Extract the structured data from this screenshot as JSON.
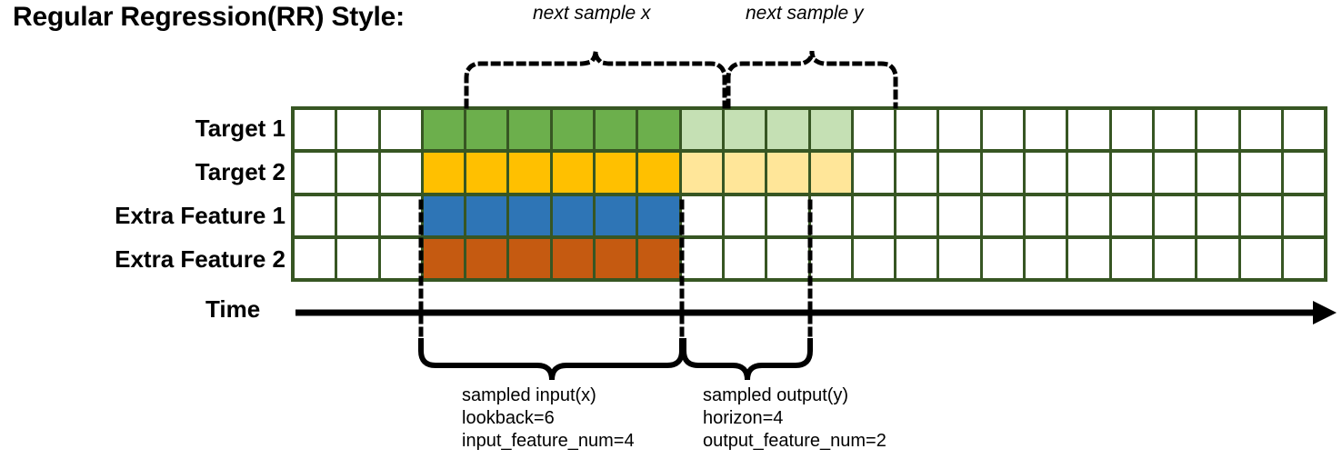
{
  "title": "Regular Regression(RR) Style:",
  "top_captions": {
    "next_sample_x": "next sample x",
    "next_sample_y": "next sample y"
  },
  "rows": [
    {
      "label": "Target 1",
      "key": "target-1"
    },
    {
      "label": "Target 2",
      "key": "target-2"
    },
    {
      "label": "Extra Feature 1",
      "key": "extra-feature-1"
    },
    {
      "label": "Extra Feature 2",
      "key": "extra-feature-2"
    }
  ],
  "time_axis": {
    "label": "Time"
  },
  "grid": {
    "columns": 24,
    "lead_white": 3,
    "input_span": 6,
    "output_span": 4,
    "trail_white": 11,
    "border_color": "#375623",
    "fills": {
      "target-1": {
        "input": "#6CAF4C",
        "output": "#C5E0B4"
      },
      "target-2": {
        "input": "#FFC000",
        "output": "#FFE699"
      },
      "extra-feature-1": {
        "input": "#2E75B6",
        "output": "#FFFFFF"
      },
      "extra-feature-2": {
        "input": "#C55A11",
        "output": "#FFFFFF"
      }
    }
  },
  "annotations": {
    "input": {
      "title": "sampled input(x)",
      "line2": "lookback=6",
      "line3": "input_feature_num=4"
    },
    "output": {
      "title": "sampled output(y)",
      "line2": "horizon=4",
      "line3": "output_feature_num=2"
    }
  },
  "chart_data": {
    "type": "table",
    "title": "Regular Regression(RR) Style:",
    "columns": 24,
    "series": [
      {
        "name": "Target 1",
        "input_cells": [
          4,
          5,
          6,
          7,
          8,
          9
        ],
        "output_cells": [
          10,
          11,
          12,
          13
        ]
      },
      {
        "name": "Target 2",
        "input_cells": [
          4,
          5,
          6,
          7,
          8,
          9
        ],
        "output_cells": [
          10,
          11,
          12,
          13
        ]
      },
      {
        "name": "Extra Feature 1",
        "input_cells": [
          4,
          5,
          6,
          7,
          8,
          9
        ],
        "output_cells": []
      },
      {
        "name": "Extra Feature 2",
        "input_cells": [
          4,
          5,
          6,
          7,
          8,
          9
        ],
        "output_cells": []
      }
    ],
    "lookback": 6,
    "horizon": 4,
    "input_feature_num": 4,
    "output_feature_num": 2
  }
}
